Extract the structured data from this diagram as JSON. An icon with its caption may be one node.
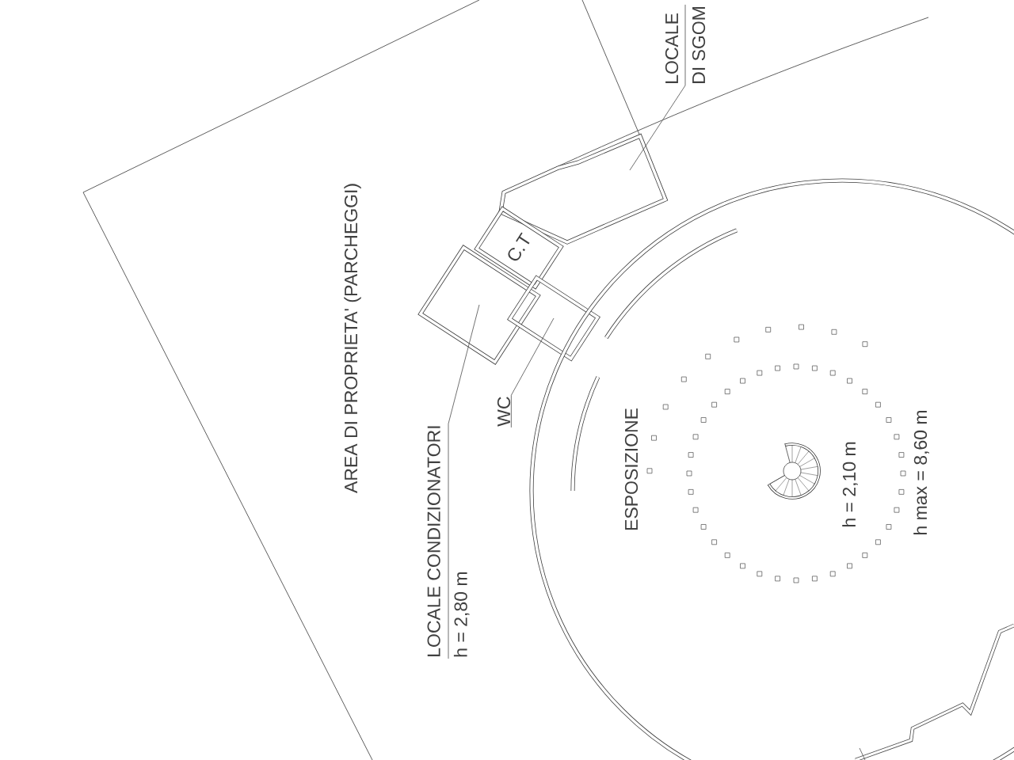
{
  "diagram": {
    "nodes": [
      {
        "text": [
          "LOCALE",
          "DI SGOM"
        ]
      },
      {
        "text": [],
        "shape": "box"
      },
      {
        "text": [
          "C.T"
        ]
      },
      {
        "text": [],
        "shape": "box"
      },
      {
        "text": [],
        "shape": "box"
      },
      {
        "text": [
          "LOCALE CONDIZIONATORI",
          "h = 2,80 m"
        ]
      },
      {
        "text": [
          "WC"
        ]
      },
      {
        "text": [
          "ESPOSIZIONE",
          "h = 2,10 m",
          "h max = 8,60 m"
        ]
      }
    ],
    "edges": [
      {
        "from": 0,
        "to": 1,
        "arrow": "none"
      },
      {
        "from": 5,
        "to": 3,
        "arrow": "none"
      },
      {
        "from": 6,
        "to": 4,
        "arrow": "none"
      }
    ],
    "labels": [
      "AREA DI PROPRIETA' (PARCHEGGI)"
    ]
  }
}
